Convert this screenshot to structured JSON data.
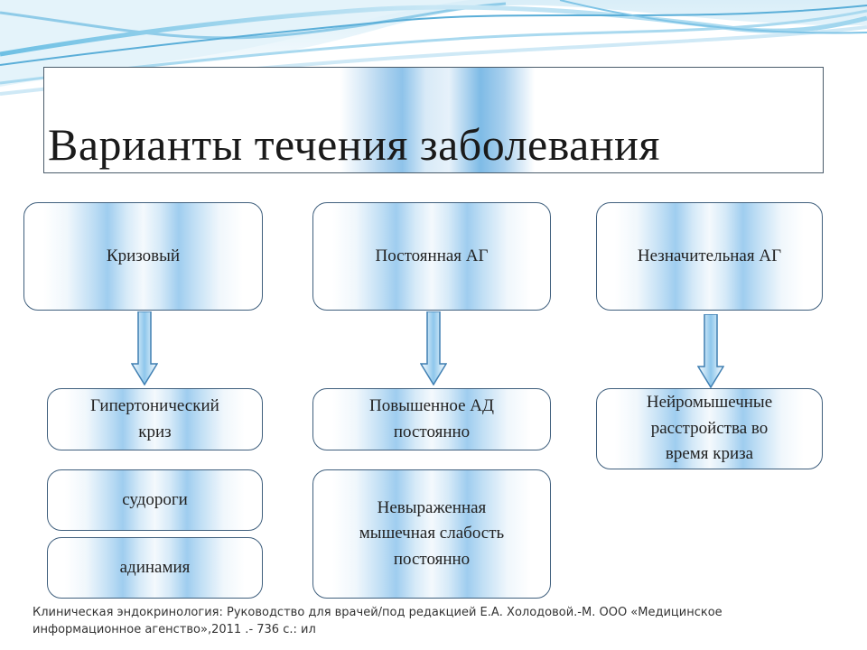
{
  "title": "Варианты течения заболевания",
  "columns": [
    {
      "header": "Кризовый",
      "items": [
        "Гипертонический\nкриз",
        "судороги",
        "адинамия"
      ]
    },
    {
      "header": "Постоянная АГ",
      "items": [
        "Повышенное АД\nпостоянно",
        "Невыраженная\nмышечная слабость\nпостоянно"
      ]
    },
    {
      "header": "Незначительная АГ",
      "items": [
        "Нейромышечные\nрасстройства во\nвремя криза"
      ]
    }
  ],
  "source": "Клиническая эндокринология: Руководство для врачей/под редакцией Е.А. Холодовой.-М. ООО «Медицинское информационное агенство»,2011 .- 736 с.: ил",
  "colors": {
    "node_border": "#3f5f7d",
    "accent_blue": "#9fcdef",
    "wave_dark": "#5aaed8",
    "wave_light": "#cfe9f6"
  }
}
